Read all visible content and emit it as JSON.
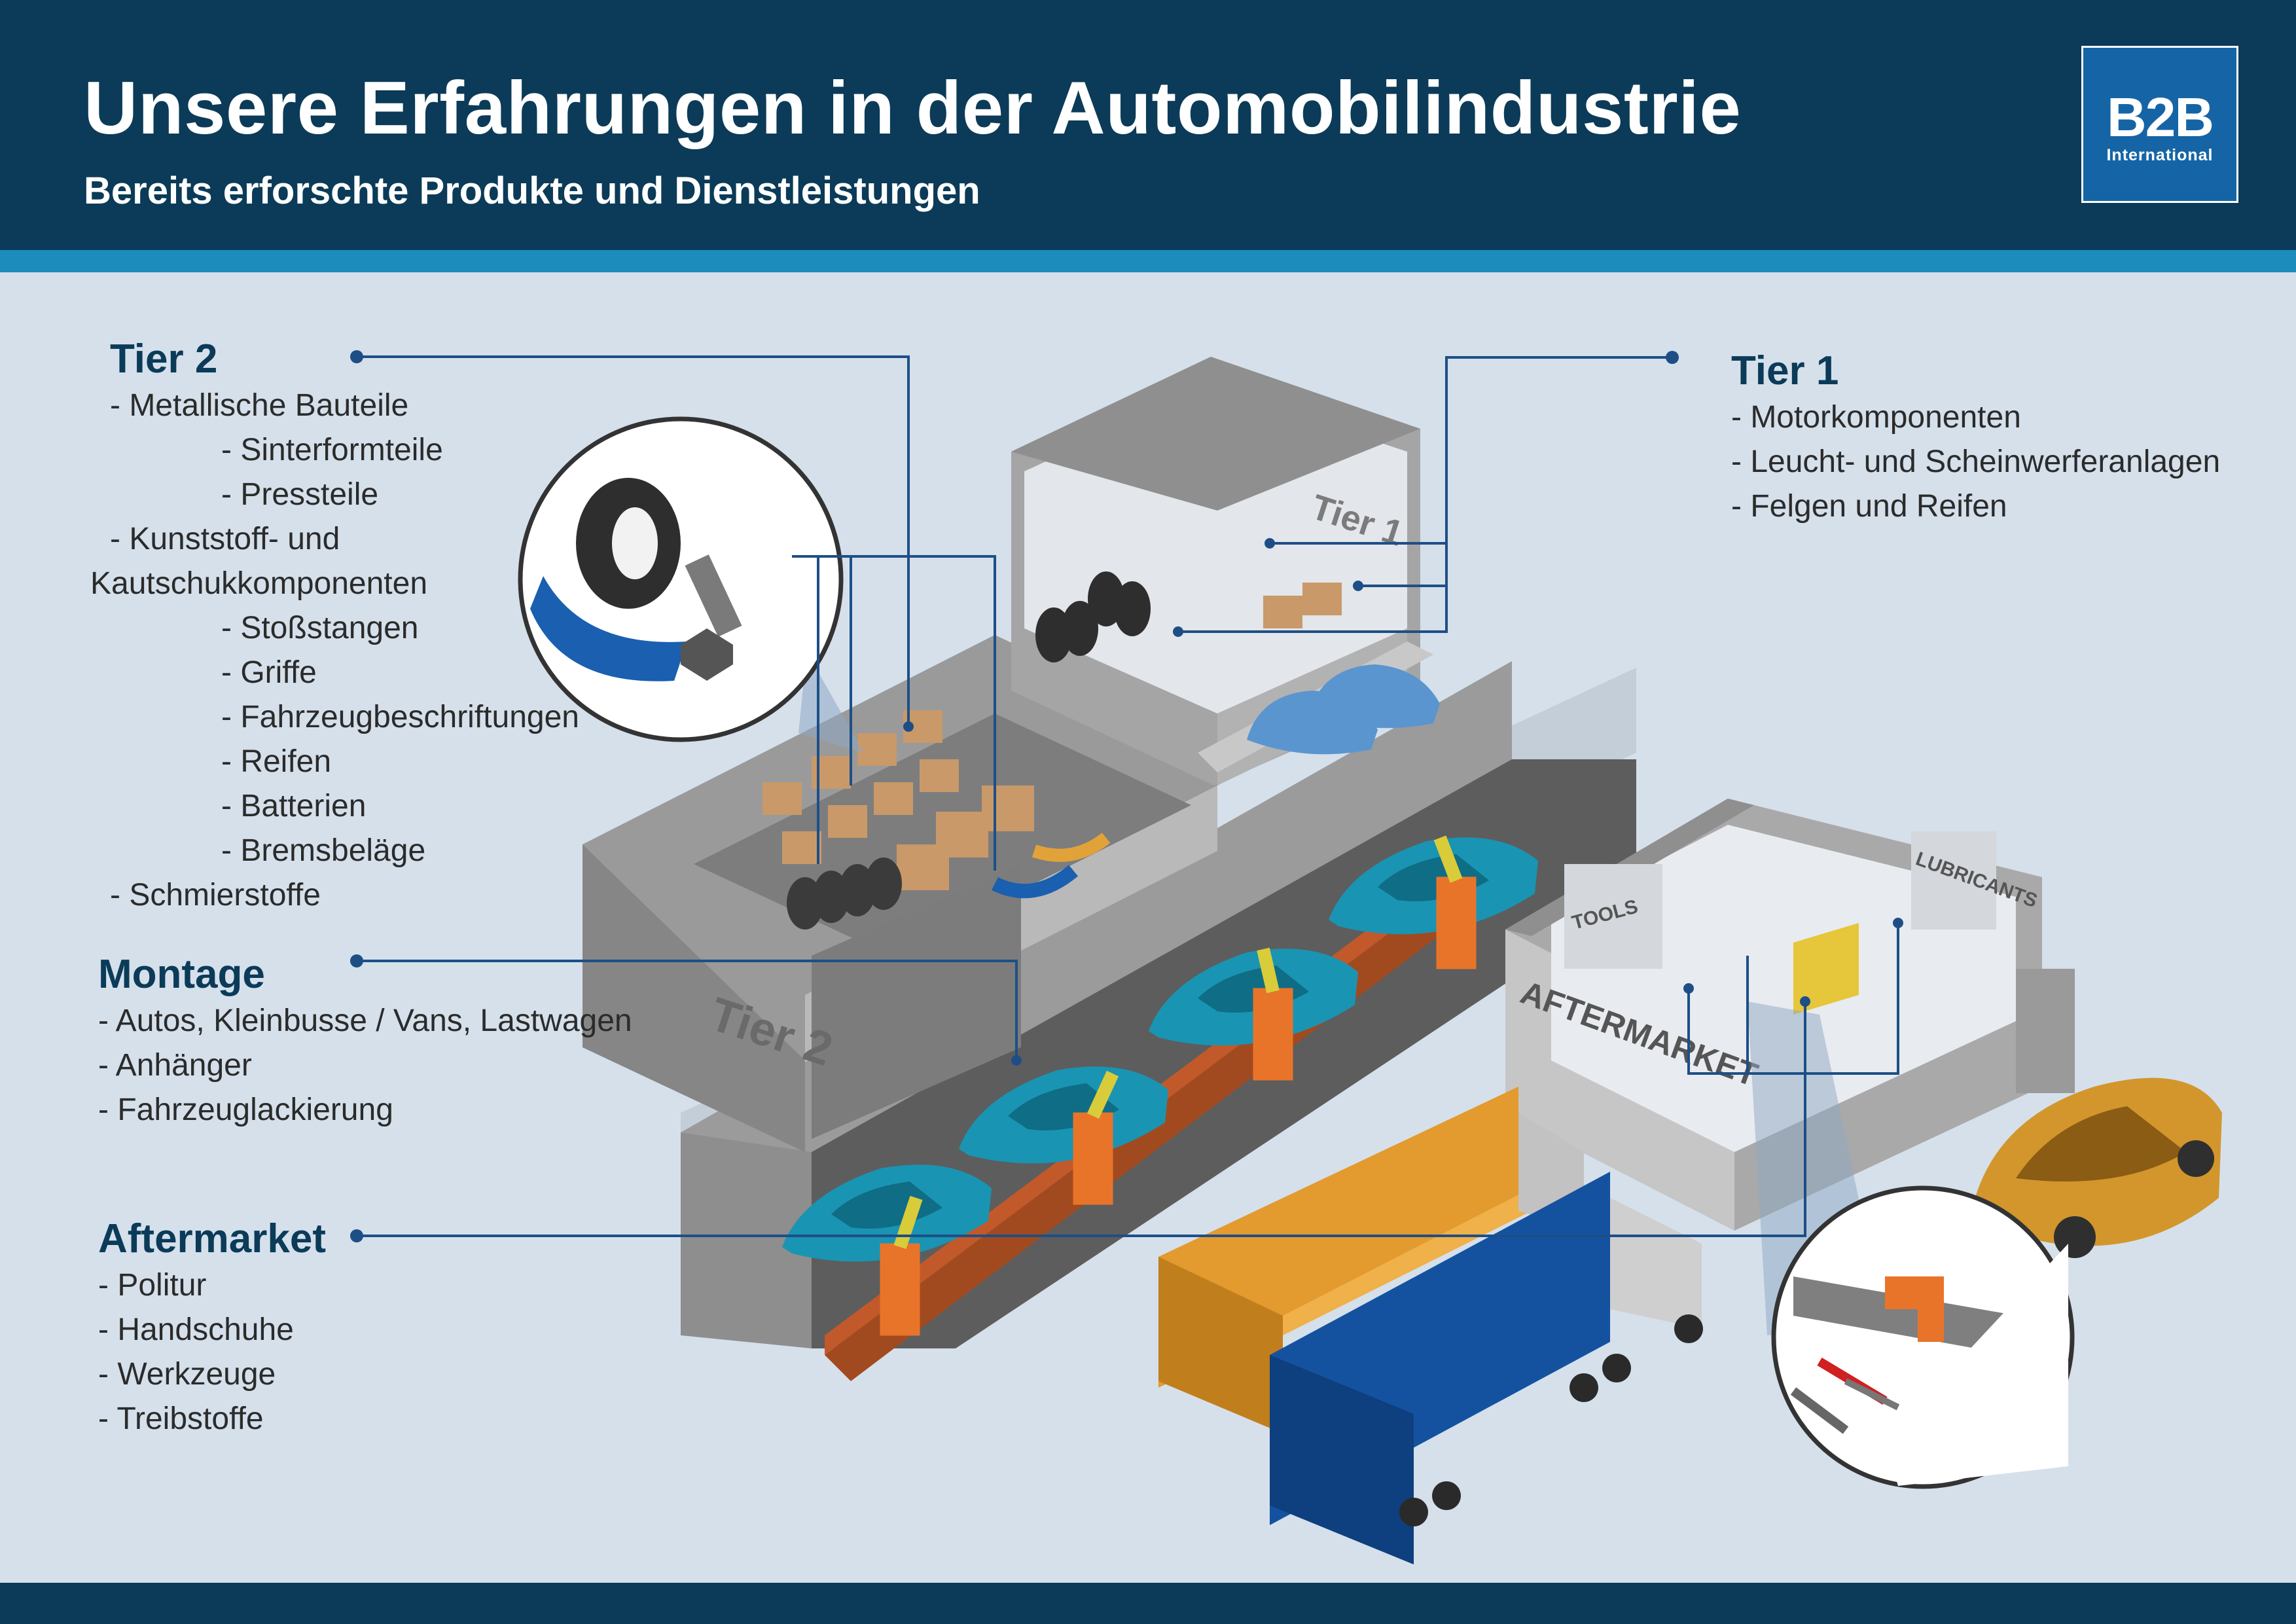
{
  "header": {
    "title": "Unsere Erfahrungen in der Automobilindustrie",
    "subtitle": "Bereits erforschte Produkte und Dienstleistungen",
    "logo_main": "B2B",
    "logo_sub": "International"
  },
  "sections": {
    "tier2": {
      "heading": "Tier 2",
      "items": [
        "- Metallische Bauteile",
        "- Sinterformteile",
        "- Pressteile",
        "- Kunststoff- und",
        "Kautschukkomponenten",
        "- Stoßstangen",
        "- Griffe",
        "- Fahrzeugbeschriftungen",
        "- Reifen",
        "- Batterien",
        "- Bremsbeläge",
        "- Schmierstoffe"
      ]
    },
    "tier1": {
      "heading": "Tier 1",
      "items": [
        "- Motorkomponenten",
        "- Leucht- und Scheinwerferanlagen",
        "- Felgen und Reifen"
      ]
    },
    "montage": {
      "heading": "Montage",
      "items": [
        "- Autos, Kleinbusse / Vans, Lastwagen",
        "- Anhänger",
        "- Fahrzeuglackierung"
      ]
    },
    "aftermarket": {
      "heading": "Aftermarket",
      "items": [
        "- Politur",
        "- Handschuhe",
        "- Werkzeuge",
        "- Treibstoffe"
      ]
    }
  },
  "scene_labels": {
    "tier1_sign": "Tier 1",
    "tier2_sign": "Tier 2",
    "aftermarket_sign": "AFTERMARKET",
    "tools_sign": "TOOLS",
    "lubricants_sign": "LUBRICANTS"
  },
  "colors": {
    "header": "#0b3b58",
    "stripe": "#1c8cbd",
    "background": "#d5e0eb",
    "heading_text": "#0b3b58",
    "connector": "#1d4f86",
    "car_teal": "#1a94b3",
    "robot_orange": "#e8742a",
    "truck_blue": "#1452a0",
    "truck_orange": "#e39a2e",
    "car_gold": "#d3962c"
  }
}
